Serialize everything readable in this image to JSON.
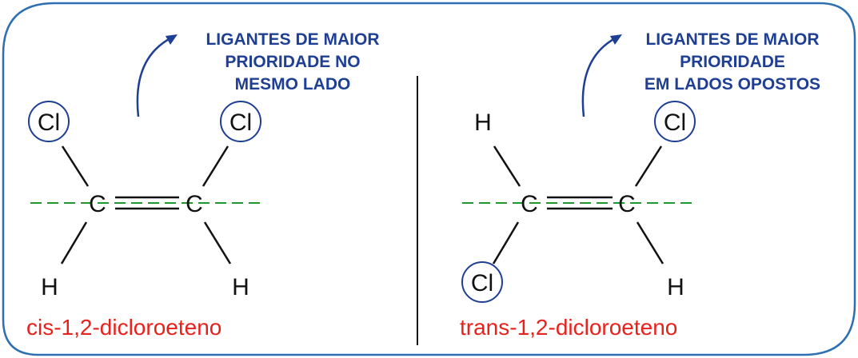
{
  "colors": {
    "frame": "#2d6fb0",
    "annotation": "#1f3f95",
    "name": "#e8211b",
    "plane": "#1d9a2d",
    "bond": "#111111"
  },
  "left": {
    "annotation": [
      "LIGANTES DE MAIOR",
      "PRIORIDADE NO",
      "MESMO LADO"
    ],
    "name": "cis-1,2-dicloroeteno",
    "atoms": {
      "top_left": "Cl",
      "top_right": "Cl",
      "carbon_left": "C",
      "carbon_right": "C",
      "bottom_left": "H",
      "bottom_right": "H"
    }
  },
  "right": {
    "annotation": [
      "LIGANTES DE MAIOR",
      "PRIORIDADE",
      "EM LADOS OPOSTOS"
    ],
    "name": "trans-1,2-dicloroeteno",
    "atoms": {
      "top_left": "H",
      "top_right": "Cl",
      "carbon_left": "C",
      "carbon_right": "C",
      "bottom_left": "Cl",
      "bottom_right": "H"
    }
  }
}
